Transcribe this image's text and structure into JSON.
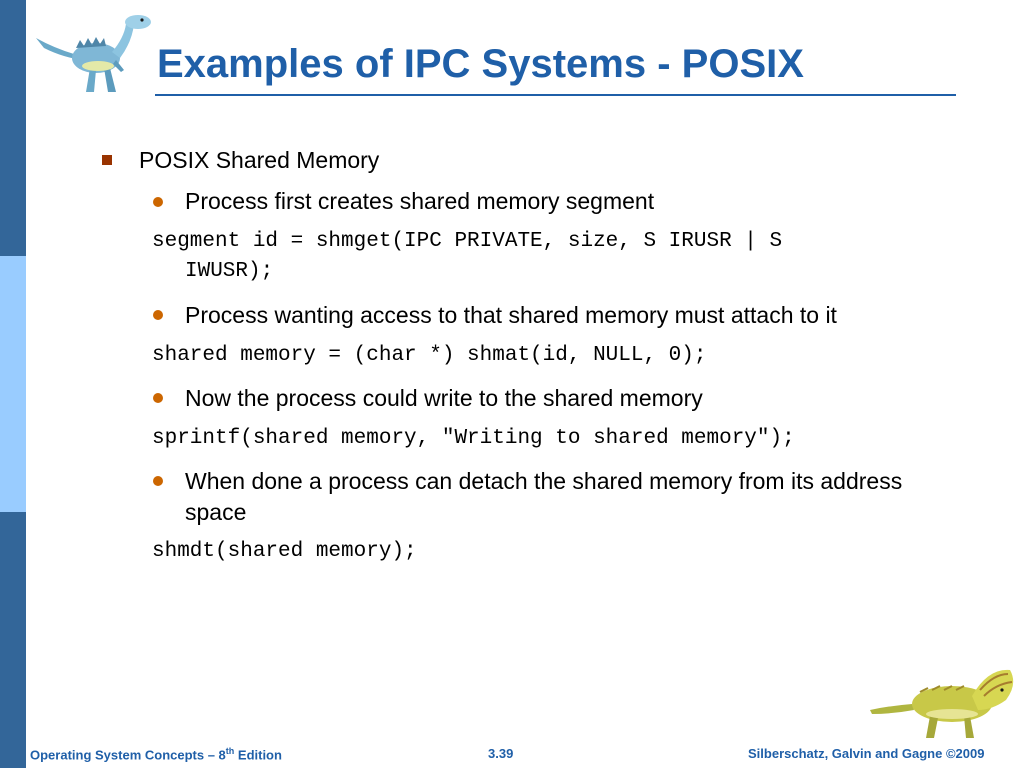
{
  "slide": {
    "title": "Examples of IPC Systems - POSIX"
  },
  "content": {
    "level1": "POSIX Shared Memory",
    "items": [
      {
        "text": "Process first creates shared memory segment",
        "code": [
          "segment id = shmget(IPC PRIVATE, size, S IRUSR | S",
          "IWUSR);"
        ]
      },
      {
        "text": "Process wanting access to that shared memory must attach to it",
        "code": [
          "shared memory = (char *) shmat(id, NULL, 0);"
        ]
      },
      {
        "text": "Now the process could write to the shared memory",
        "code": [
          "sprintf(shared memory, \"Writing to shared memory\");"
        ]
      },
      {
        "text": [
          "When done a process can detach the shared memory from its address",
          "space"
        ],
        "code": [
          "shmdt(shared memory);"
        ]
      }
    ]
  },
  "footer": {
    "left_prefix": "Operating System Concepts – 8",
    "left_sup": "th",
    "left_suffix": " Edition",
    "center": "3.39",
    "right": "Silberschatz, Galvin and Gagne ©2009"
  },
  "colors": {
    "title": "#1f5fa8",
    "sidebar_dark": "#336699",
    "sidebar_light": "#99ccff",
    "bullet_square": "#993300",
    "bullet_dot": "#cc6600"
  },
  "icons": {
    "top_logo": "dinosaur-logo-icon",
    "bottom_logo": "dinosaur-logo-icon"
  }
}
